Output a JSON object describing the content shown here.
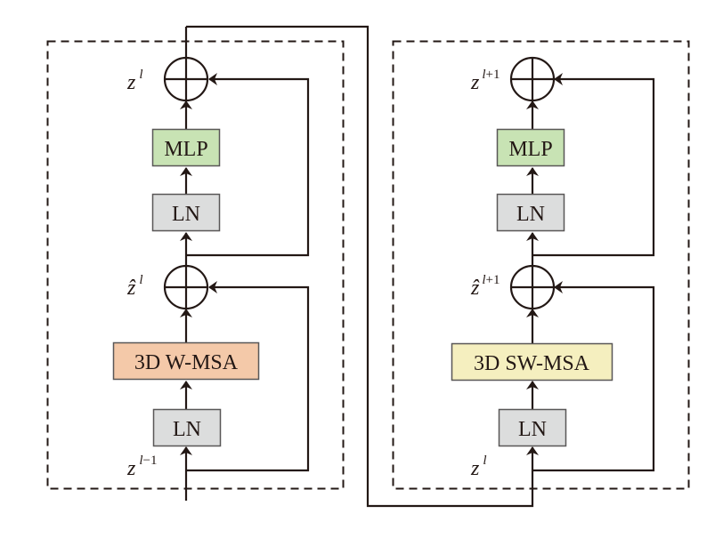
{
  "diagram": {
    "title": "",
    "colors": {
      "line": "#231815",
      "mlp_fill": "#c8e3b4",
      "ln_fill": "#dcdddd",
      "wmsa_fill": "#f4c9a9",
      "swmsa_fill": "#f5efbf",
      "box_stroke": "#595757"
    },
    "blocks": [
      {
        "id": "block-1",
        "attention_label": "3D W-MSA",
        "ln_bottom_label": "LN",
        "mlp_label": "MLP",
        "ln_top_label": "LN",
        "input_var": {
          "base": "z",
          "sup_italic": "l",
          "sup_rest": "−1"
        },
        "mid_var": {
          "base": "ẑ",
          "sup_italic": "l",
          "sup_rest": ""
        },
        "output_var": {
          "base": "z",
          "sup_italic": "l",
          "sup_rest": ""
        }
      },
      {
        "id": "block-2",
        "attention_label": "3D SW-MSA",
        "ln_bottom_label": "LN",
        "mlp_label": "MLP",
        "ln_top_label": "LN",
        "input_var": {
          "base": "z",
          "sup_italic": "l",
          "sup_rest": ""
        },
        "mid_var": {
          "base": "ẑ",
          "sup_italic": "l",
          "sup_rest": "+1"
        },
        "output_var": {
          "base": "z",
          "sup_italic": "l",
          "sup_rest": "+1"
        }
      }
    ],
    "connections": [
      "block-1 output -> block-2 input"
    ]
  }
}
